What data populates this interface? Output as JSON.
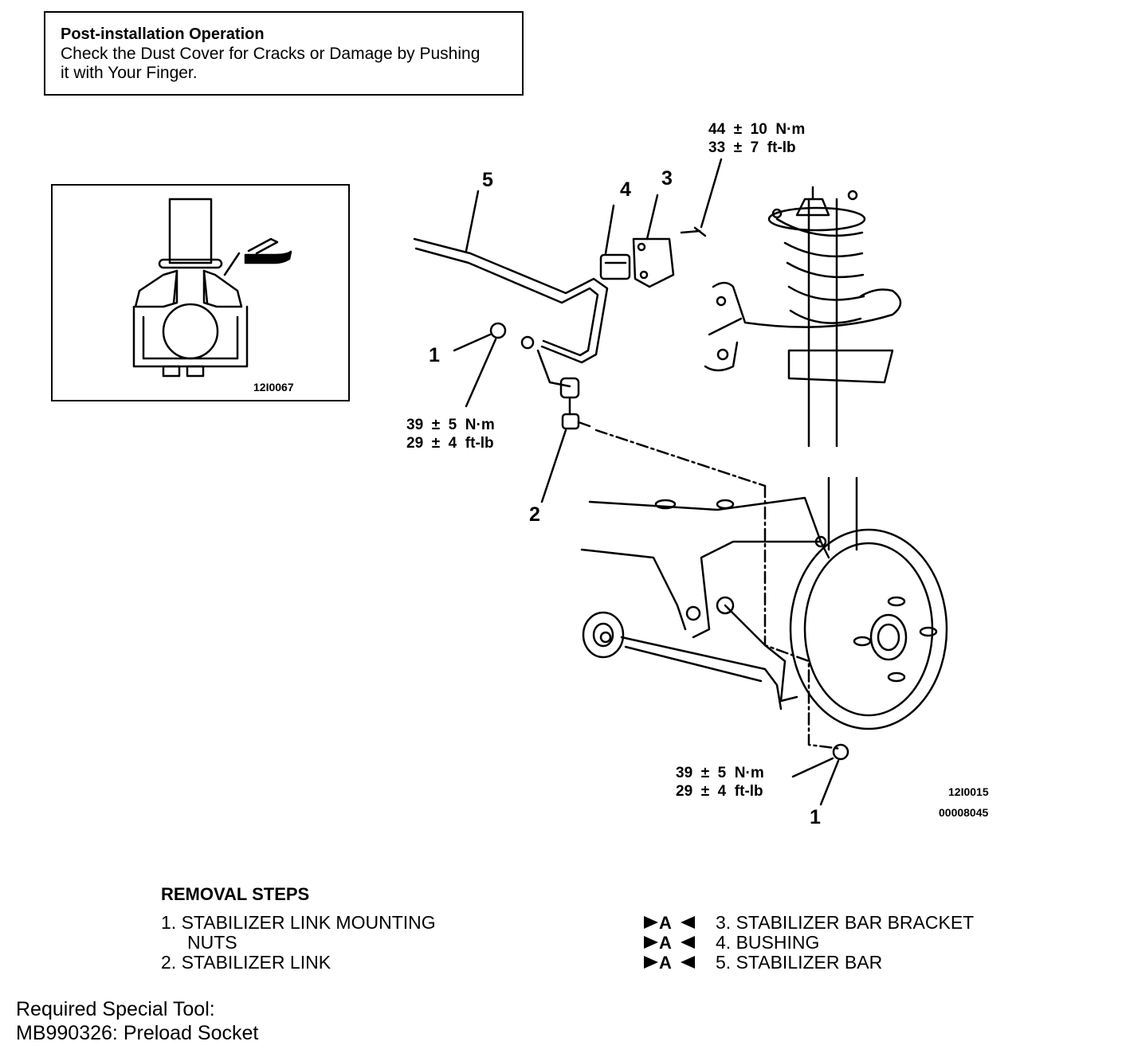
{
  "note": {
    "title": "Post-installation  Operation",
    "line1": "Check the Dust Cover for Cracks or Damage by Pushing",
    "line2": "it  with  Your  Finger."
  },
  "inset_code": "12I0067",
  "callouts": {
    "c5": "5",
    "c4": "4",
    "c3": "3",
    "c1a": "1",
    "c2": "2",
    "c1b": "1"
  },
  "torques": {
    "t_bracket_1": "44  ±  10  N·m",
    "t_bracket_2": "33  ±  7  ft-lb",
    "t_link_1": "39  ±  5  N·m",
    "t_link_2": "29  ±  4  ft-lb",
    "t_lower_1": "39  ±  5  N·m",
    "t_lower_2": "29  ±  4  ft-lb"
  },
  "figure_codes": {
    "code1": "12I0015",
    "code2": "00008045"
  },
  "removal": {
    "heading": "REMOVAL  STEPS",
    "step1a": "1.  STABILIZER  LINK  MOUNTING",
    "step1b": "NUTS",
    "step2": "2.  STABILIZER  LINK",
    "step3": "3.  STABILIZER  BAR  BRACKET",
    "step4": "4.  BUSHING",
    "step5": "5.  STABILIZER  BAR",
    "mark": "▶A◀"
  },
  "tool": {
    "line1": "Required  Special  Tool:",
    "line2": "MB990326:  Preload  Socket"
  }
}
